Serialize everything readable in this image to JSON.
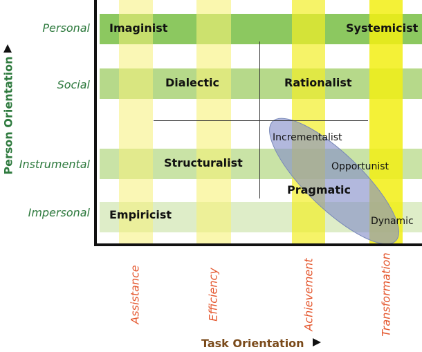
{
  "rows": [
    {
      "label": "Personal"
    },
    {
      "label": "Social"
    },
    {
      "label": "Instrumental"
    },
    {
      "label": "Impersonal"
    }
  ],
  "columns": [
    {
      "label": "Assistance"
    },
    {
      "label": "Efficiency"
    },
    {
      "label": "Achievement"
    },
    {
      "label": "Transformation"
    }
  ],
  "cells": {
    "imaginist": "Imaginist",
    "systemicist": "Systemicist",
    "dialectic": "Dialectic",
    "rationalist": "Rationalist",
    "structuralist": "Structuralist",
    "pragmatic": "Pragmatic",
    "empiricist": "Empiricist"
  },
  "ellipse_labels": {
    "incrementalist": "Incrementalist",
    "opportunist": "Opportunist",
    "dynamic": "Dynamic"
  },
  "axes": {
    "y_title": "Person Orientation",
    "x_title": "Task Orientation"
  },
  "colors": {
    "green_dark": "#8cc860",
    "green_mid": "#b6d98a",
    "green_light": "#cfe6b0",
    "green_pale": "#deedc8",
    "yellow_pale": "#f7f3a6",
    "yellow_bright": "#f3ef1e",
    "ellipse": "#8e9ccc",
    "row_label_color": "#2e7a3e",
    "col_label_color": "#e4572e",
    "axis_title_color": "#7a4a1a"
  }
}
